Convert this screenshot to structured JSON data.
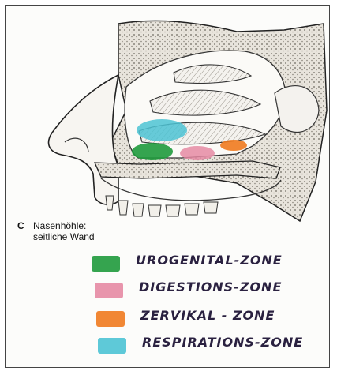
{
  "caption": {
    "letter": "C",
    "line1": "Nasenhöhle:",
    "line2": "seitliche Wand"
  },
  "zones": [
    {
      "label": "UROGENITAL-ZONE",
      "color": "#1f9a3c"
    },
    {
      "label": "DIGESTIONS-ZONE",
      "color": "#e58aa3"
    },
    {
      "label": "ZERVIKAL - ZONE",
      "color": "#ef7a1e"
    },
    {
      "label": "RESPIRATIONS-ZONE",
      "color": "#4cc3d4"
    }
  ]
}
